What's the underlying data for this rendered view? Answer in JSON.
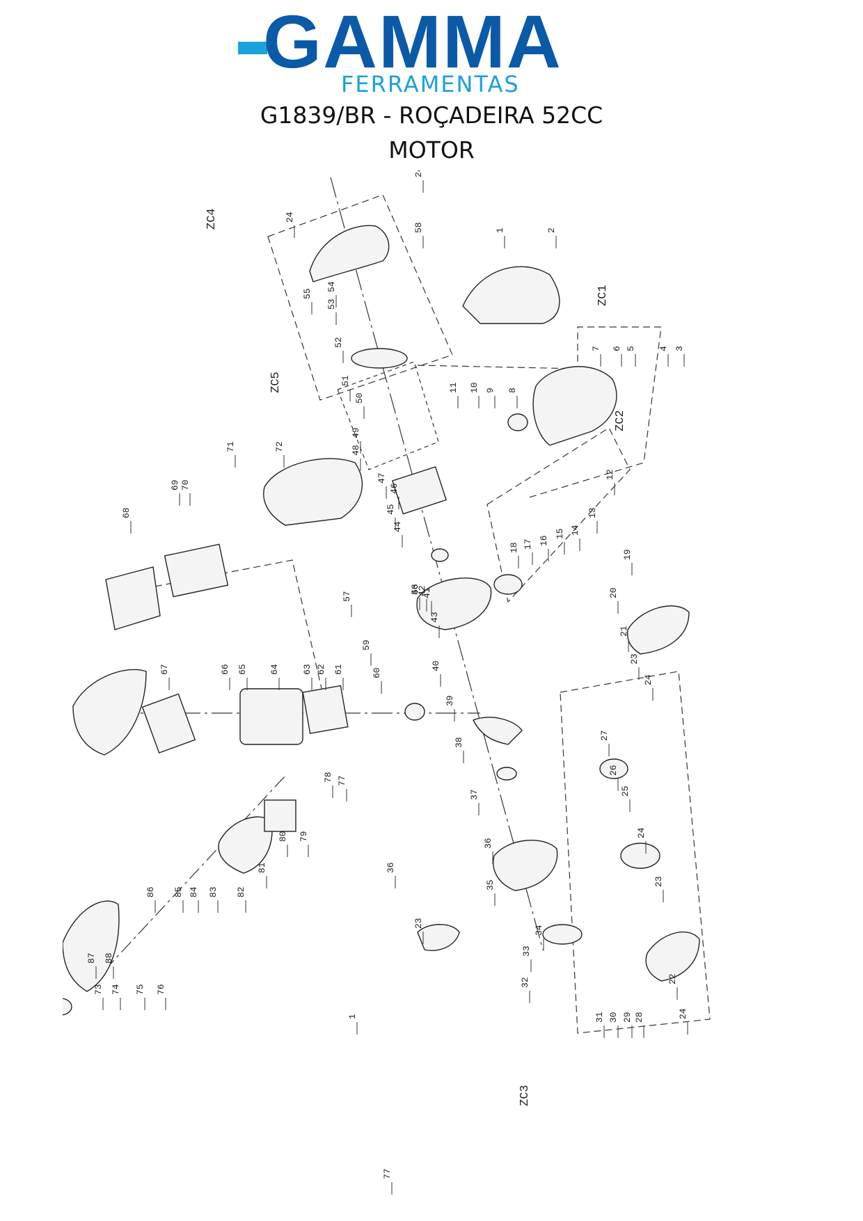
{
  "brand": {
    "name": "GAMMA",
    "tagline": "FERRAMENTAS",
    "colors": {
      "primary": "#0b5aa8",
      "accent": "#1ba1dc"
    }
  },
  "document": {
    "title": "G1839/BR - ROÇADEIRA 52CC",
    "subtitle": "MOTOR"
  },
  "diagram": {
    "zones": [
      "ZC4",
      "ZC5",
      "ZC1",
      "ZC2",
      "ZC3"
    ],
    "callouts": [
      "24",
      "24",
      "58",
      "1",
      "2",
      "3",
      "4",
      "5",
      "6",
      "7",
      "8",
      "9",
      "10",
      "11",
      "12",
      "13",
      "14",
      "15",
      "16",
      "17",
      "18",
      "19",
      "20",
      "21",
      "22",
      "23",
      "24",
      "25",
      "26",
      "27",
      "28",
      "29",
      "30",
      "31",
      "32",
      "33",
      "34",
      "35",
      "36",
      "37",
      "38",
      "39",
      "40",
      "41",
      "42",
      "43",
      "43",
      "44",
      "45",
      "46",
      "47",
      "48",
      "49",
      "50",
      "51",
      "52",
      "53",
      "54",
      "55",
      "56",
      "57",
      "59",
      "60",
      "61",
      "62",
      "63",
      "64",
      "65",
      "66",
      "67",
      "68",
      "69",
      "70",
      "71",
      "72",
      "73",
      "74",
      "75",
      "76",
      "77",
      "78",
      "79",
      "80",
      "81",
      "82",
      "83",
      "84",
      "85",
      "86",
      "87",
      "88",
      "89",
      "36",
      "23",
      "1",
      "23",
      "24",
      "24",
      "77"
    ]
  }
}
